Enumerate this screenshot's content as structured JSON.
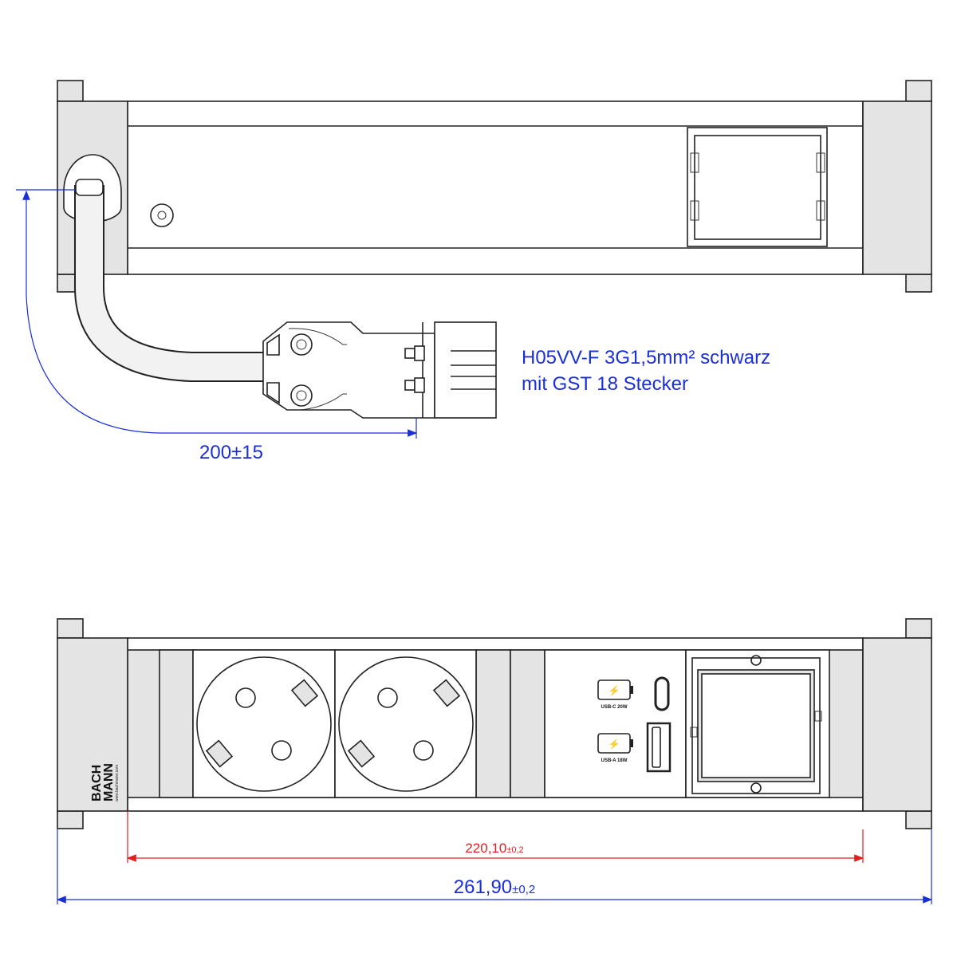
{
  "top_view": {
    "cable_label_line1": "H05VV-F 3G1,5mm² schwarz",
    "cable_label_line2": "mit GST 18 Stecker",
    "cable_length_dimension": "200±15"
  },
  "front_view": {
    "logo_line1": "BACH",
    "logo_line2": "MANN",
    "logo_url": "www.bachmann.com",
    "usb_c_label": "USB-C 20W",
    "usb_a_label": "USB-A 18W",
    "inner_dimension_value": "220,10",
    "inner_dimension_tolerance": "±0,2",
    "outer_dimension_value": "261,90",
    "outer_dimension_tolerance": "±0,2"
  },
  "colors": {
    "dimension_blue": "#1a2fd6",
    "dimension_red": "#e02020",
    "outline": "#222222"
  }
}
